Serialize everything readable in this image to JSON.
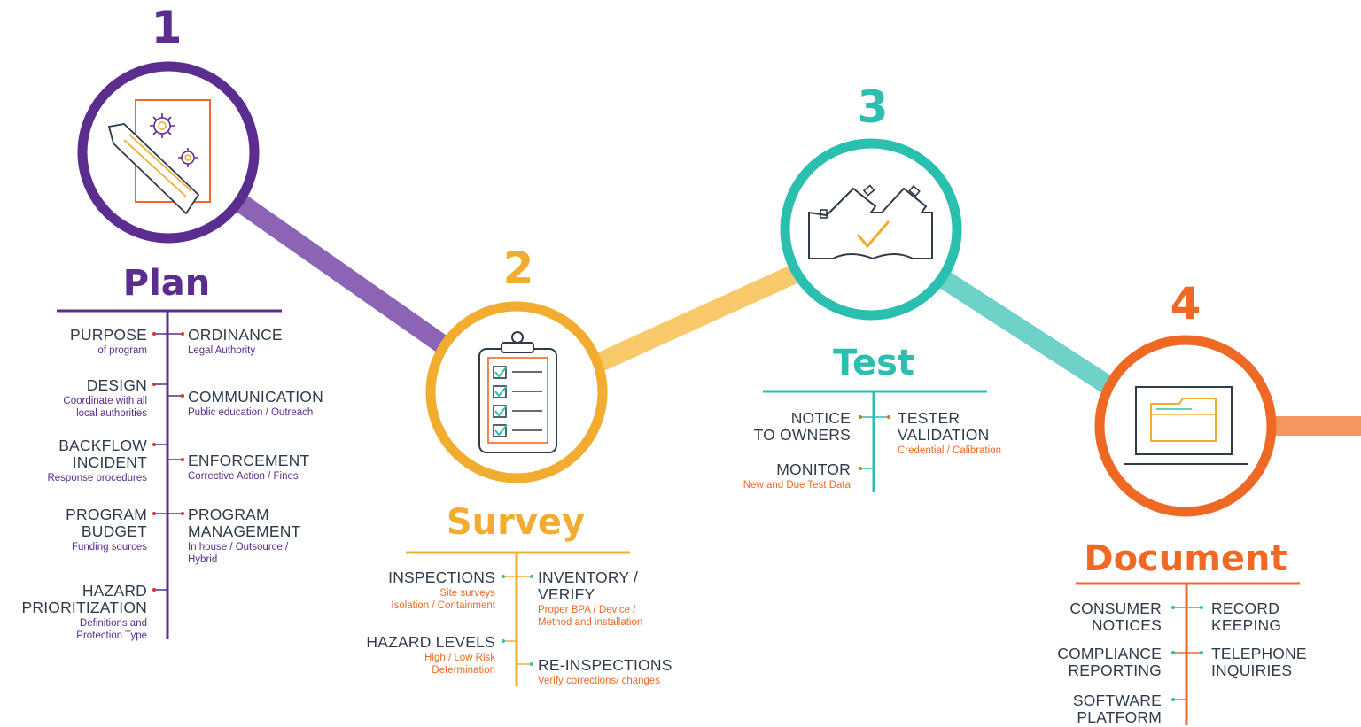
{
  "colors": {
    "plan": "#5b2d8e",
    "plan_connector": "#8b64b5",
    "survey": "#f2ad31",
    "survey_connector": "#f8c96a",
    "test": "#2bbfb0",
    "test_connector": "#6fd2c8",
    "document": "#ee6a24",
    "document_connector": "#f4965f",
    "text_dark": "#2f3b4a",
    "tick_red": "#d9342b"
  },
  "stages": [
    {
      "number": "1",
      "title": "Plan",
      "icon": "document-pencil-gears-icon",
      "left_items": [
        {
          "title": "PURPOSE",
          "sub": "of program"
        },
        {
          "title": "DESIGN",
          "sub": "Coordinate with all\nlocal authorities"
        },
        {
          "title": "BACKFLOW\nINCIDENT",
          "sub": "Response procedures"
        },
        {
          "title": "PROGRAM\nBUDGET",
          "sub": "Funding sources"
        },
        {
          "title": "HAZARD\nPRIORITIZATION",
          "sub": "Definitions and\nProtection Type"
        }
      ],
      "right_items": [
        {
          "title": "ORDINANCE",
          "sub": "Legal Authority"
        },
        {
          "title": "COMMUNICATION",
          "sub": "Public education / Outreach"
        },
        {
          "title": "ENFORCEMENT",
          "sub": "Corrective Action / Fines"
        },
        {
          "title": "PROGRAM\nMANAGEMENT",
          "sub": "In house / Outsource /\nHybrid"
        }
      ]
    },
    {
      "number": "2",
      "title": "Survey",
      "icon": "clipboard-checklist-icon",
      "left_items": [
        {
          "title": "INSPECTIONS",
          "sub": "Site surveys\nIsolation / Containment"
        },
        {
          "title": "HAZARD LEVELS",
          "sub": "High / Low Risk\nDetermination"
        }
      ],
      "right_items": [
        {
          "title": "INVENTORY /\nVERIFY",
          "sub": "Proper BPA / Device /\nMethod and installation"
        },
        {
          "title": "RE-INSPECTIONS",
          "sub": "Verify corrections/ changes"
        }
      ]
    },
    {
      "number": "3",
      "title": "Test",
      "icon": "backflow-valve-check-icon",
      "left_items": [
        {
          "title": "NOTICE\nTO OWNERS",
          "sub": ""
        },
        {
          "title": "MONITOR",
          "sub": "New and Due Test Data"
        }
      ],
      "right_items": [
        {
          "title": "TESTER\nVALIDATION",
          "sub": "Credential / Calibration"
        }
      ]
    },
    {
      "number": "4",
      "title": "Document",
      "icon": "laptop-folder-icon",
      "left_items": [
        {
          "title": "CONSUMER\nNOTICES",
          "sub": ""
        },
        {
          "title": "COMPLIANCE\nREPORTING",
          "sub": ""
        },
        {
          "title": "SOFTWARE\nPLATFORM",
          "sub": ""
        }
      ],
      "right_items": [
        {
          "title": "RECORD\nKEEPING",
          "sub": ""
        },
        {
          "title": "TELEPHONE\nINQUIRIES",
          "sub": ""
        }
      ]
    }
  ]
}
